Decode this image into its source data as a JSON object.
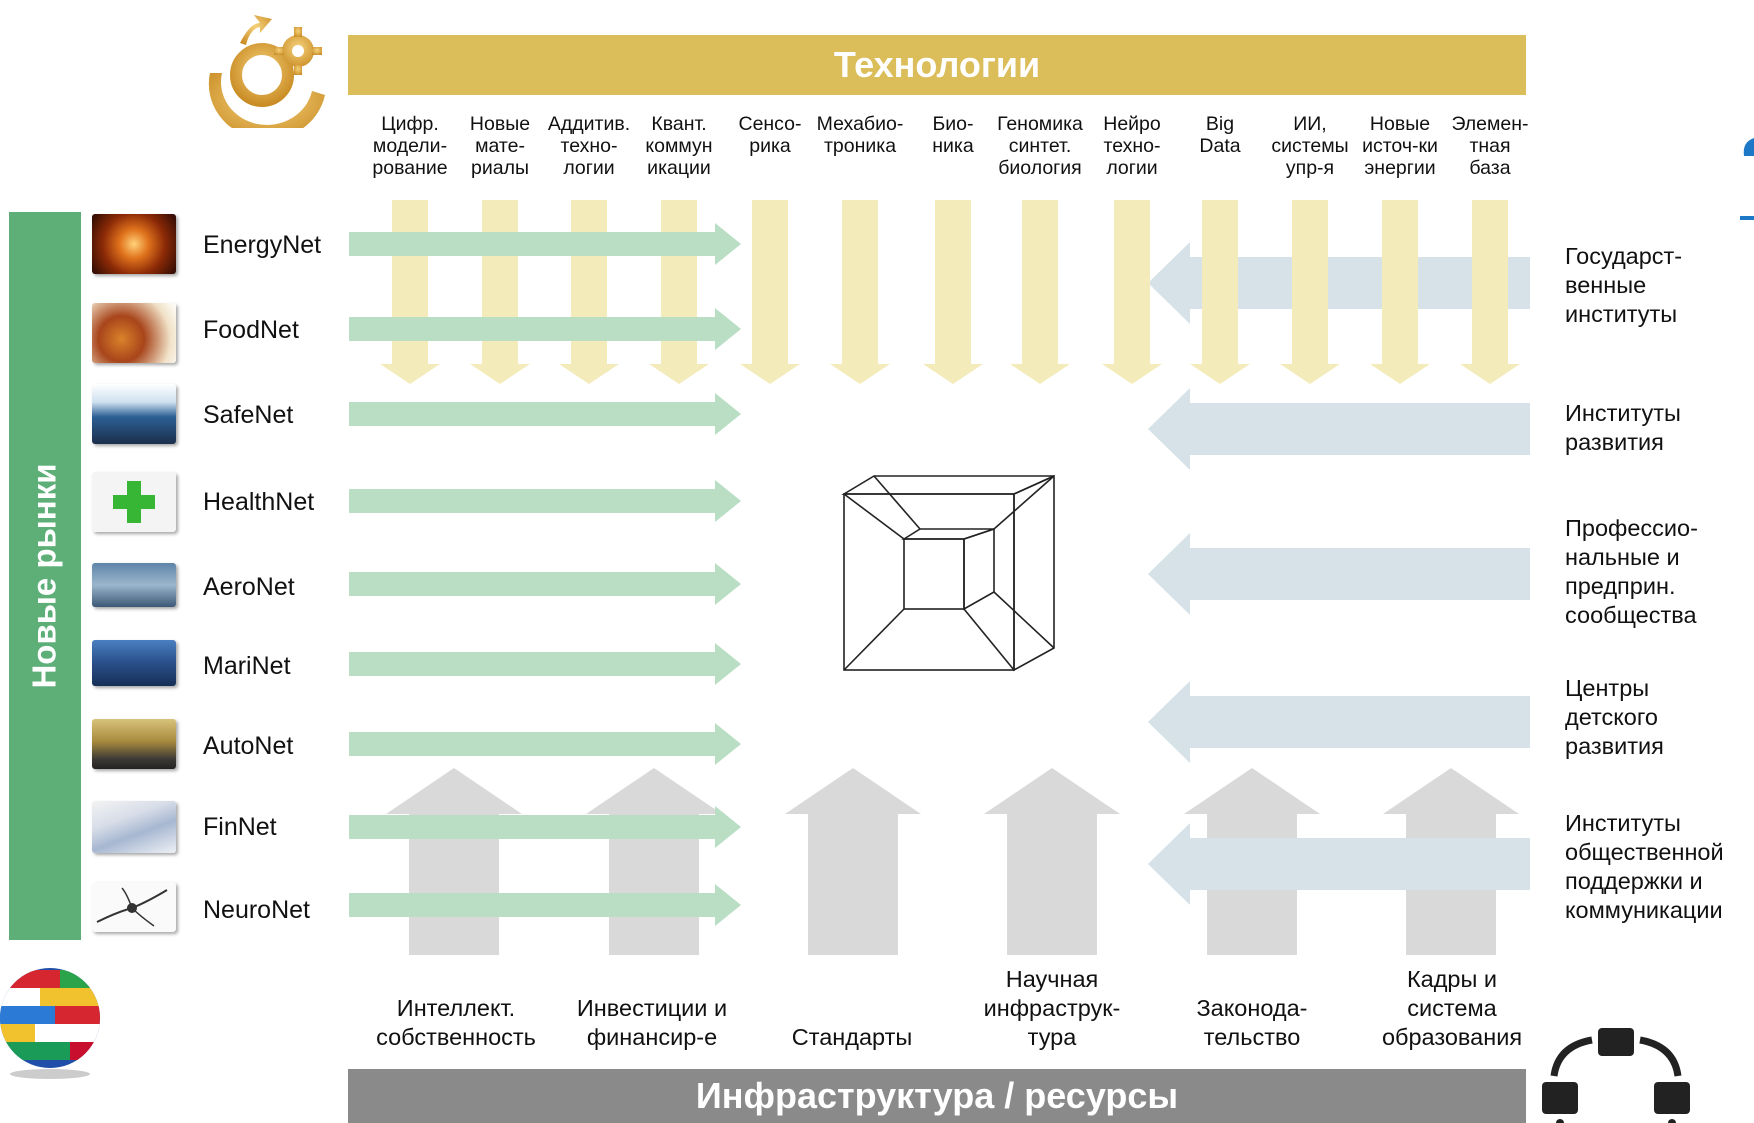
{
  "top_banner": {
    "title": "Технологии"
  },
  "bottom_banner": {
    "title": "Инфраструктура / ресурсы"
  },
  "left_banner": {
    "title": "Новые рынки"
  },
  "technologies": [
    "Цифр.\nмодели-\nрование",
    "Новые\nмате-\nриалы",
    "Аддитив.\nтехно-\nлогии",
    "Квант.\nкоммун\nикации",
    "Сенсо-\nрика",
    "Мехабио-\nтроника",
    "Био-\nника",
    "Геномика\nсинтет.\nбиология",
    "Нейро\nтехно-\nлогии",
    "Big\nData",
    "ИИ,\nсистемы\nупр-я",
    "Новые\nисточ-ки\nэнергии",
    "Элемен-\nтная\nбаза"
  ],
  "markets": [
    {
      "label": "EnergyNet",
      "thumb": "energy-image"
    },
    {
      "label": "FoodNet",
      "thumb": "food-image"
    },
    {
      "label": "SafeNet",
      "thumb": "safe-image"
    },
    {
      "label": "HealthNet",
      "thumb": "health-cross-image"
    },
    {
      "label": "AeroNet",
      "thumb": "aero-plane-image"
    },
    {
      "label": "MariNet",
      "thumb": "marine-port-image"
    },
    {
      "label": "AutoNet",
      "thumb": "auto-cars-image"
    },
    {
      "label": "FinNet",
      "thumb": "banknotes-image"
    },
    {
      "label": "NeuroNet",
      "thumb": "neuron-image"
    }
  ],
  "institutions": [
    "Государст-\nвенные\nинституты",
    "Институты\nразвития",
    "Профессио-\nнальные и\nпредприн.\nсообщества",
    "Центры\nдетского\nразвития",
    "Институты\nобщественной\nподдержки и\nкоммуникации"
  ],
  "resources": [
    "Интеллект.\nсобственность",
    "Инвестиции и\nфинансир-е",
    "Стандарты",
    "Научная\nинфраструк-\nтура",
    "Законода-\nтельство",
    "Кадры и\nсистема\nобразования"
  ],
  "colors": {
    "tech_band": "#dbbd5a",
    "tech_arrow": "#f3ebb9",
    "market_band": "#5daf77",
    "market_arrow": "#b9dec4",
    "institution_arrow": "#d6e2e7",
    "resource_arrow": "#d9d9d9",
    "infra_band": "#8a8a8a"
  },
  "icons": {
    "top_left_logo": "gear-growth-logo-icon",
    "bottom_left_logo": "flags-globe-icon",
    "bottom_right_logo": "network-nodes-icon",
    "center": "tesseract-icon"
  }
}
